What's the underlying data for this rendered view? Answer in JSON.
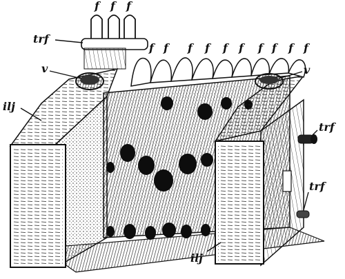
{
  "figure": {
    "labels": {
      "f1": "f",
      "f2": "f",
      "f3": "f",
      "f4": "f",
      "f5": "f",
      "f6": "f",
      "f7": "f",
      "f8": "f",
      "f9": "f",
      "f10": "f",
      "f11": "f",
      "f12": "f",
      "trf_top": "trf",
      "v_left": "v",
      "v_right": "v",
      "ilj_left": "ilj",
      "ilj_bottom": "ilj",
      "trf_right_upper": "trf",
      "trf_right_lower": "trf"
    },
    "colors": {
      "ink": "#111111",
      "paper": "#ffffff",
      "shade": "#555555"
    }
  }
}
